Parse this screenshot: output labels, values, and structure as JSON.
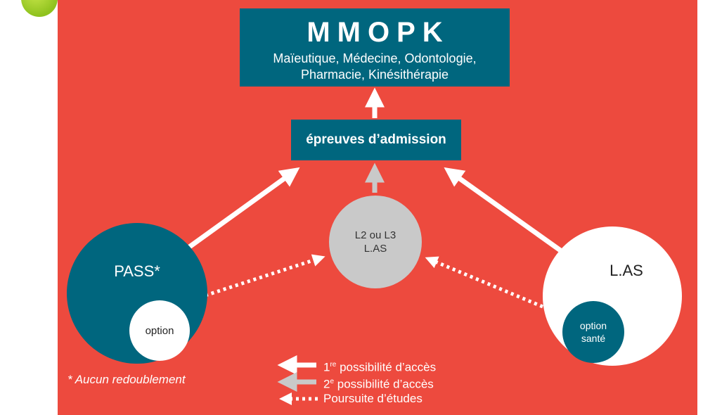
{
  "title": {
    "main": "MMOPK",
    "subtitle_line1": "Maïeutique, Médecine, Odontologie,",
    "subtitle_line2": "Pharmacie, Kinésithérapie"
  },
  "exam_box": "épreuves d’admission",
  "nodes": {
    "pass": "PASS*",
    "pass_option": "option",
    "l2l3_line1": "L2 ou L3",
    "l2l3_line2": "L.AS",
    "las": "L.AS",
    "las_option_line1": "option",
    "las_option_line2": "santé"
  },
  "footnote": "* Aucun redoublement",
  "legend": {
    "first_num": "1",
    "first_sup": "re",
    "first_text": " possibilité d’accès",
    "second_num": "2",
    "second_sup": "e",
    "second_text": " possibilité d’accès",
    "third_text": "Poursuite d’études"
  },
  "colors": {
    "background": "#ed4a3e",
    "teal": "#00667e",
    "grey": "#c9c9c9",
    "white": "#ffffff",
    "accent_green": "#8fc21e"
  }
}
